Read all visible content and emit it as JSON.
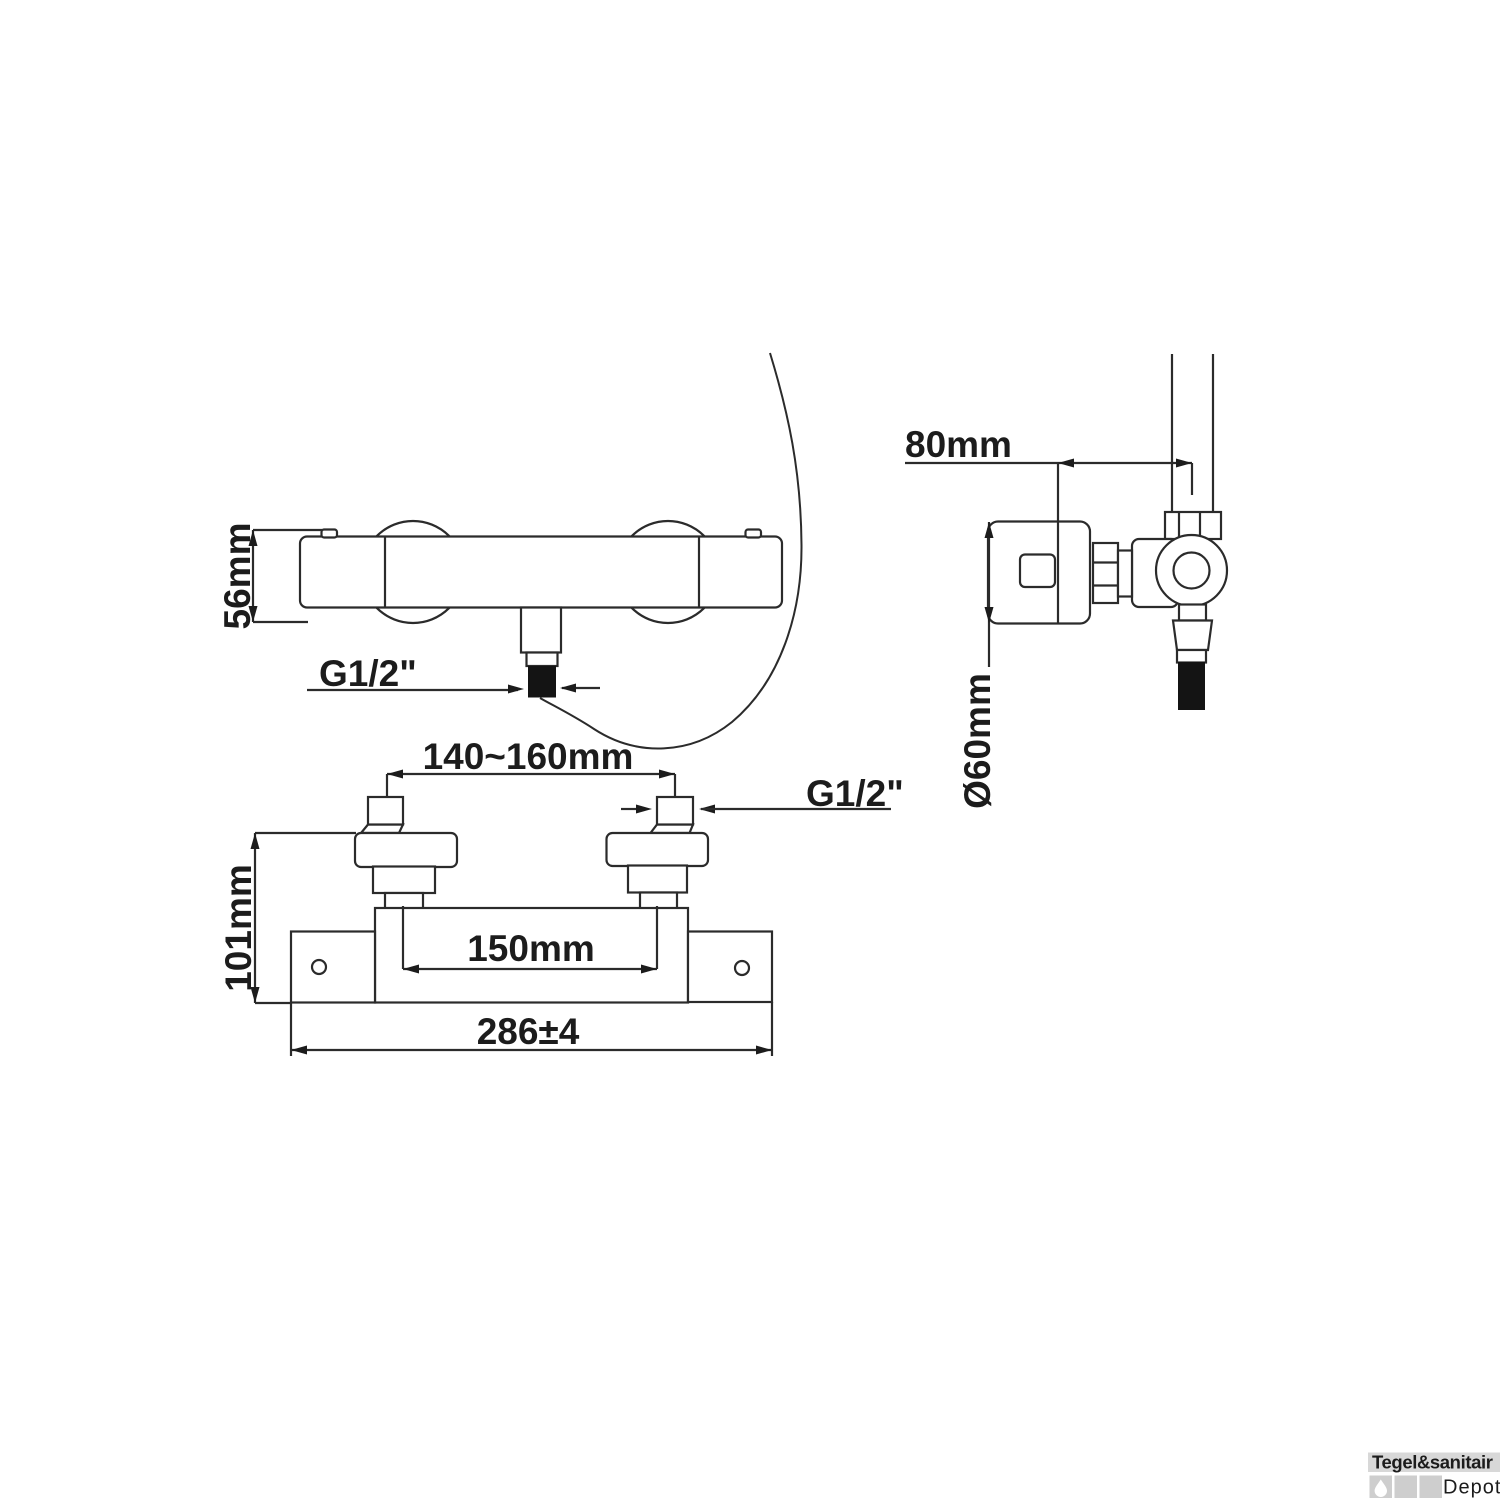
{
  "drawing_type": "technical dimension drawing of thermostatic shower mixer tap",
  "front_view": {
    "height_label": "56mm",
    "outlet_thread_label": "G1/2\""
  },
  "side_view": {
    "wall_offset_label": "80mm",
    "escutcheon_diameter_label": "Ø60mm"
  },
  "bottom_view": {
    "inlet_span_label": "140~160mm",
    "thread_label": "G1/2\"",
    "body_span_label": "150mm",
    "height_label": "101mm",
    "overall_width_label": "286±4"
  },
  "watermark": {
    "brand": "Tegel&sanitair",
    "sub_brand": "Depot"
  },
  "colors": {
    "line": "#2b2b2b",
    "hose_black": "#141414",
    "logo_bar_bg": "#d8d8d8",
    "logo_brand_text": "#9b9b9b",
    "logo_square": "#cecece",
    "logo_sub_text": "#c8c8c8"
  }
}
